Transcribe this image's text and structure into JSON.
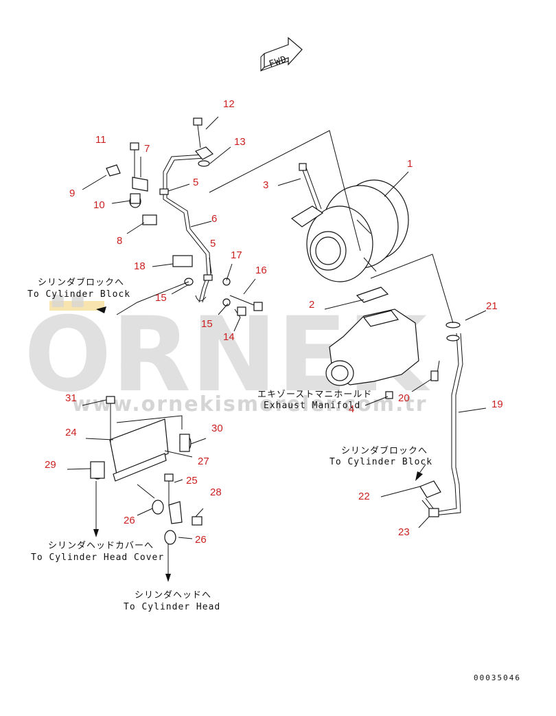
{
  "colors": {
    "callout": "#cc1f1f",
    "line": "#111111",
    "watermark": "#d6d6d6",
    "accent": "#f2d27a"
  },
  "fwd_label": "FWD",
  "watermark": {
    "brand": "ÖRNEK",
    "url": "www.ornekismoreler.com.tr"
  },
  "drawing_code": "00035046",
  "labels": {
    "cyl_block_1_jp": "シリンダブロックへ",
    "cyl_block_1_en": "To Cylinder Block",
    "exhaust_jp": "エキゾーストマニホールド",
    "exhaust_en": "Exhaust Manifold",
    "cyl_block_2_jp": "シリンダブロックへ",
    "cyl_block_2_en": "To Cylinder Block",
    "head_cover_jp": "シリンダヘッドカバーへ",
    "head_cover_en": "To Cylinder Head Cover",
    "head_jp": "シリンダヘッドへ",
    "head_en": "To Cylinder Head"
  },
  "callouts": [
    "1",
    "2",
    "3",
    "4",
    "5",
    "5",
    "6",
    "7",
    "8",
    "9",
    "10",
    "11",
    "12",
    "13",
    "14",
    "15",
    "15",
    "16",
    "17",
    "18",
    "19",
    "20",
    "21",
    "22",
    "23",
    "24",
    "25",
    "26",
    "26",
    "27",
    "28",
    "29",
    "30",
    "31"
  ]
}
